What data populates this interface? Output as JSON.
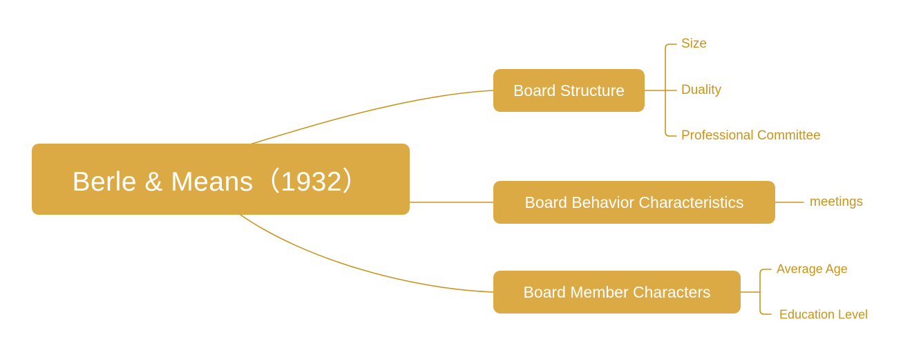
{
  "diagram": {
    "type": "mind-map",
    "background_color": "#ffffff",
    "node_fill_color": "#dcaa44",
    "node_text_color": "#ffffff",
    "link_color": "#c8941e",
    "leaf_text_color": "#c8941e",
    "root": {
      "label": "Berle & Means（1932）"
    },
    "branches": [
      {
        "label": "Board Structure",
        "children": [
          {
            "label": "Size"
          },
          {
            "label": "Duality"
          },
          {
            "label": "Professional Committee"
          }
        ]
      },
      {
        "label": "Board Behavior Characteristics",
        "children": [
          {
            "label": "meetings"
          }
        ]
      },
      {
        "label": "Board Member Characters",
        "children": [
          {
            "label": "Average Age"
          },
          {
            "label": "Education Level"
          }
        ]
      }
    ]
  }
}
